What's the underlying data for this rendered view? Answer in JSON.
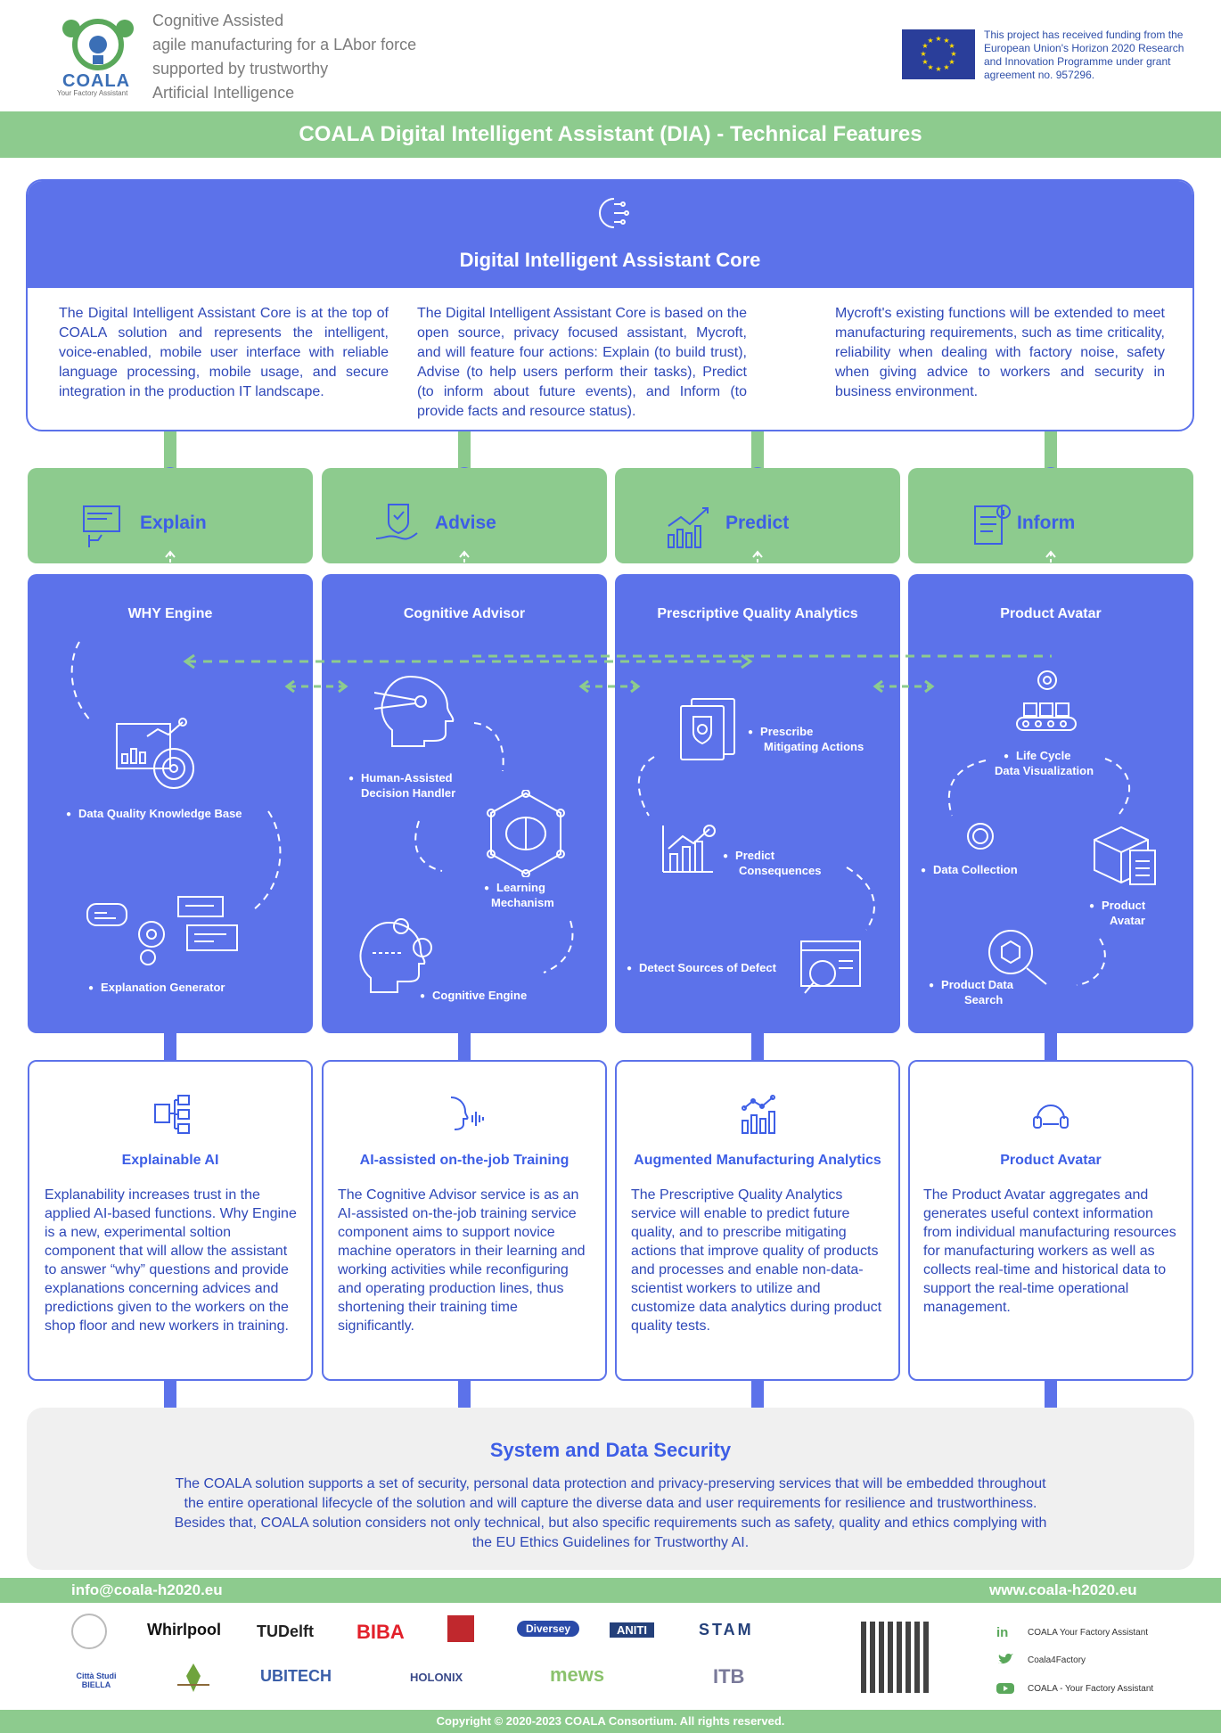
{
  "header": {
    "logo_word": "COALA",
    "logo_sub": "Your Factory Assistant",
    "tagline": [
      "Cognitive Assisted",
      "agile manufacturing for a LAbor force",
      "supported by trustworthy",
      "Artificial Intelligence"
    ],
    "eu_notice": "This project has received funding from the European Union's Horizon 2020 Research and Innovation Programme under grant agreement no. 957296."
  },
  "title": "COALA Digital Intelligent Assistant (DIA) - Technical Features",
  "core": {
    "title": "Digital Intelligent Assistant Core",
    "columns": [
      "The Digital Intelligent Assistant Core is at the top of COALA solution and represents the intelligent, voice-enabled, mobile user interface with reliable language processing, mobile usage, and secure integration in the production IT landscape.",
      "The Digital Intelligent Assistant Core is based on the open source, privacy focused assistant, Mycroft, and will feature four actions: Explain (to build trust), Advise (to help users perform their tasks), Predict (to inform about future events), and Inform (to provide facts and resource status).",
      "Mycroft's existing functions will be extended to meet manufacturing requirements, such as time criticality, reliability when dealing with factory noise, safety when giving advice to workers and security in business environment."
    ]
  },
  "categories": [
    {
      "label": "Explain",
      "icon": "laptop-hand-icon"
    },
    {
      "label": "Advise",
      "icon": "shield-hand-icon"
    },
    {
      "label": "Predict",
      "icon": "growth-chart-icon"
    },
    {
      "label": "Inform",
      "icon": "document-info-icon"
    }
  ],
  "engines": [
    {
      "title": "WHY Engine",
      "items": [
        "Data Quality Knowledge Base",
        "Explanation Generator"
      ]
    },
    {
      "title": "Cognitive Advisor",
      "items": [
        "Human-Assisted",
        "Decision Handler",
        "Learning",
        "Mechanism",
        "Cognitive Engine"
      ]
    },
    {
      "title": "Prescriptive Quality Analytics",
      "items": [
        "Prescribe",
        "Mitigating Actions",
        "Predict",
        "Consequences",
        "Detect Sources of Defect"
      ]
    },
    {
      "title": "Product Avatar",
      "items": [
        "Life Cycle",
        "Data Visualization",
        "Data Collection",
        "Product",
        "Avatar",
        "Product Data",
        "Search"
      ]
    }
  ],
  "features": [
    {
      "title": "Explainable AI",
      "text": "Explanability increases trust in the applied AI-based functions. Why Engine is a new, experimental soltion component that will allow the assistant to answer “why” questions and provide explanations concerning advices and predictions given to the workers on the shop floor and new workers in training."
    },
    {
      "title": "AI-assisted on-the-job Training",
      "text": "The Cognitive Advisor service is as an AI-assisted on-the-job training service component aims to support novice machine operators in their learning and working activities while reconfiguring and operating production lines, thus shortening their training time significantly."
    },
    {
      "title": "Augmented Manufacturing  Analytics",
      "text": "The Prescriptive Quality Analytics service will enable to predict future quality, and to prescribe mitigating actions that improve quality of products and processes and enable non-data-scientist workers to utilize and customize data analytics during product quality tests."
    },
    {
      "title": "Product Avatar",
      "text": "The Product Avatar aggregates and generates useful context information from individual manufacturing resources for manufacturing workers as well as collects real-time and historical data to support the real-time operational management."
    }
  ],
  "security": {
    "title": "System and Data Security",
    "text": "The COALA solution supports a set of security, personal data protection and privacy-preserving services that will be embedded throughout the entire operational lifecycle of the solution and will capture the diverse data and user requirements for resilience and trustworthiness. Besides that, COALA solution considers not only technical, but also specific requirements such as safety, quality and ethics complying with the EU Ethics Guidelines for Trustworthy AI."
  },
  "footer": {
    "email": "info@coala-h2020.eu",
    "website": "www.coala-h2020.eu",
    "partners_row1": [
      "Whirlpool",
      "TUDelft",
      "BIBA",
      "Diversey",
      "ANITI",
      "STAM"
    ],
    "partners_row2": [
      "Città Studi BIELLA",
      "UBITECH",
      "HOLONIX",
      "mews",
      "ITB"
    ],
    "social": [
      "COALA Your Factory Assistant",
      "Coala4Factory",
      "COALA - Your Factory Assistant"
    ],
    "copyright": "Copyright © 2020-2023 COALA Consortium. All rights reserved."
  },
  "colors": {
    "primary_blue": "#5c72ea",
    "green": "#8dcb8e",
    "text_blue": "#2f48b8"
  }
}
